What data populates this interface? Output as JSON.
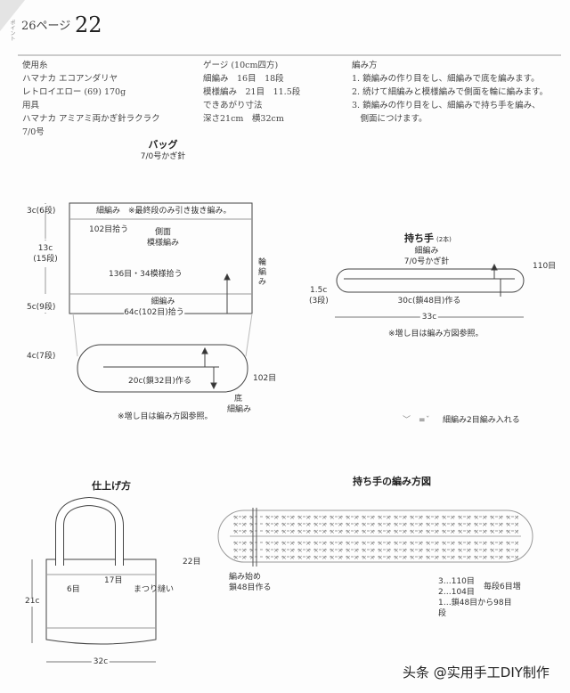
{
  "header": {
    "side_label": "ポイント",
    "page_ref": "26ページ",
    "pattern_number": "22"
  },
  "materials": {
    "lines": [
      "使用糸",
      "ハマナカ エコアンダリヤ",
      "レトロイエロー (69) 170g",
      "用具",
      "ハマナカ アミアミ両かぎ針ラクラク",
      "7/0号"
    ]
  },
  "gauge": {
    "lines": [
      "ゲージ (10cm四方)",
      "細編み　16目　18段",
      "模様編み　21目　11.5段",
      "できあがり寸法",
      "深さ21cm　横32cm"
    ]
  },
  "instructions": {
    "lines": [
      "編み方",
      "1. 鎖編みの作り目をし、細編みで底を編みます。",
      "2. 続けて細編みと模様編みで側面を輪に編みます。",
      "3. 鎖編みの作り目をし、細編みで持ち手を編み、",
      "　側面につけます。"
    ]
  },
  "bag": {
    "title": "バッグ",
    "hook": "7/0号かぎ針",
    "top_band": "細編み　※最終段のみ引き抜き編み。",
    "pick_102": "102目拾う",
    "side": "側面",
    "pattern": "模様編み",
    "pick_136": "136目・34模様拾う",
    "sc_band": "細編み",
    "pick_64": "64c(102目)拾う",
    "round": "輪編み",
    "dim_3c": "3c(6段)",
    "dim_13c": "13c",
    "dim_15": "(15段)",
    "dim_5c": "5c(9段)",
    "dim_4c": "4c(7段)",
    "chain": "20c(鎖32目)作る",
    "st_102": "102目",
    "bottom": "底",
    "bottom_sc": "細編み",
    "note": "※増し目は編み方図参照。"
  },
  "handle": {
    "title": "持ち手",
    "count": "(2本)",
    "stitch": "細編み",
    "hook": "7/0号かぎ針",
    "st_110": "110目",
    "dim_15c": "1.5c",
    "dim_3": "(3段)",
    "chain": "30c(鎖48目)作る",
    "length": "33c",
    "note": "※増し目は編み方図参照。",
    "legend": "細編み2目編み入れる",
    "legend_eq": "="
  },
  "finishing": {
    "title": "仕上げ方",
    "st_22": "22目",
    "st_17": "17目",
    "st_6": "6目",
    "sew": "まつり縫い",
    "height": "21c",
    "width": "32c"
  },
  "chart": {
    "title": "持ち手の編み方図",
    "start1": "編み始め",
    "start2": "鎖48目作る",
    "row3": "3…110目",
    "row2": "2…104目",
    "row1": "1…鎖48目から98目",
    "rows_label": "段",
    "increase": "毎段6目増"
  },
  "watermark": "头条 @实用手工DIY制作"
}
